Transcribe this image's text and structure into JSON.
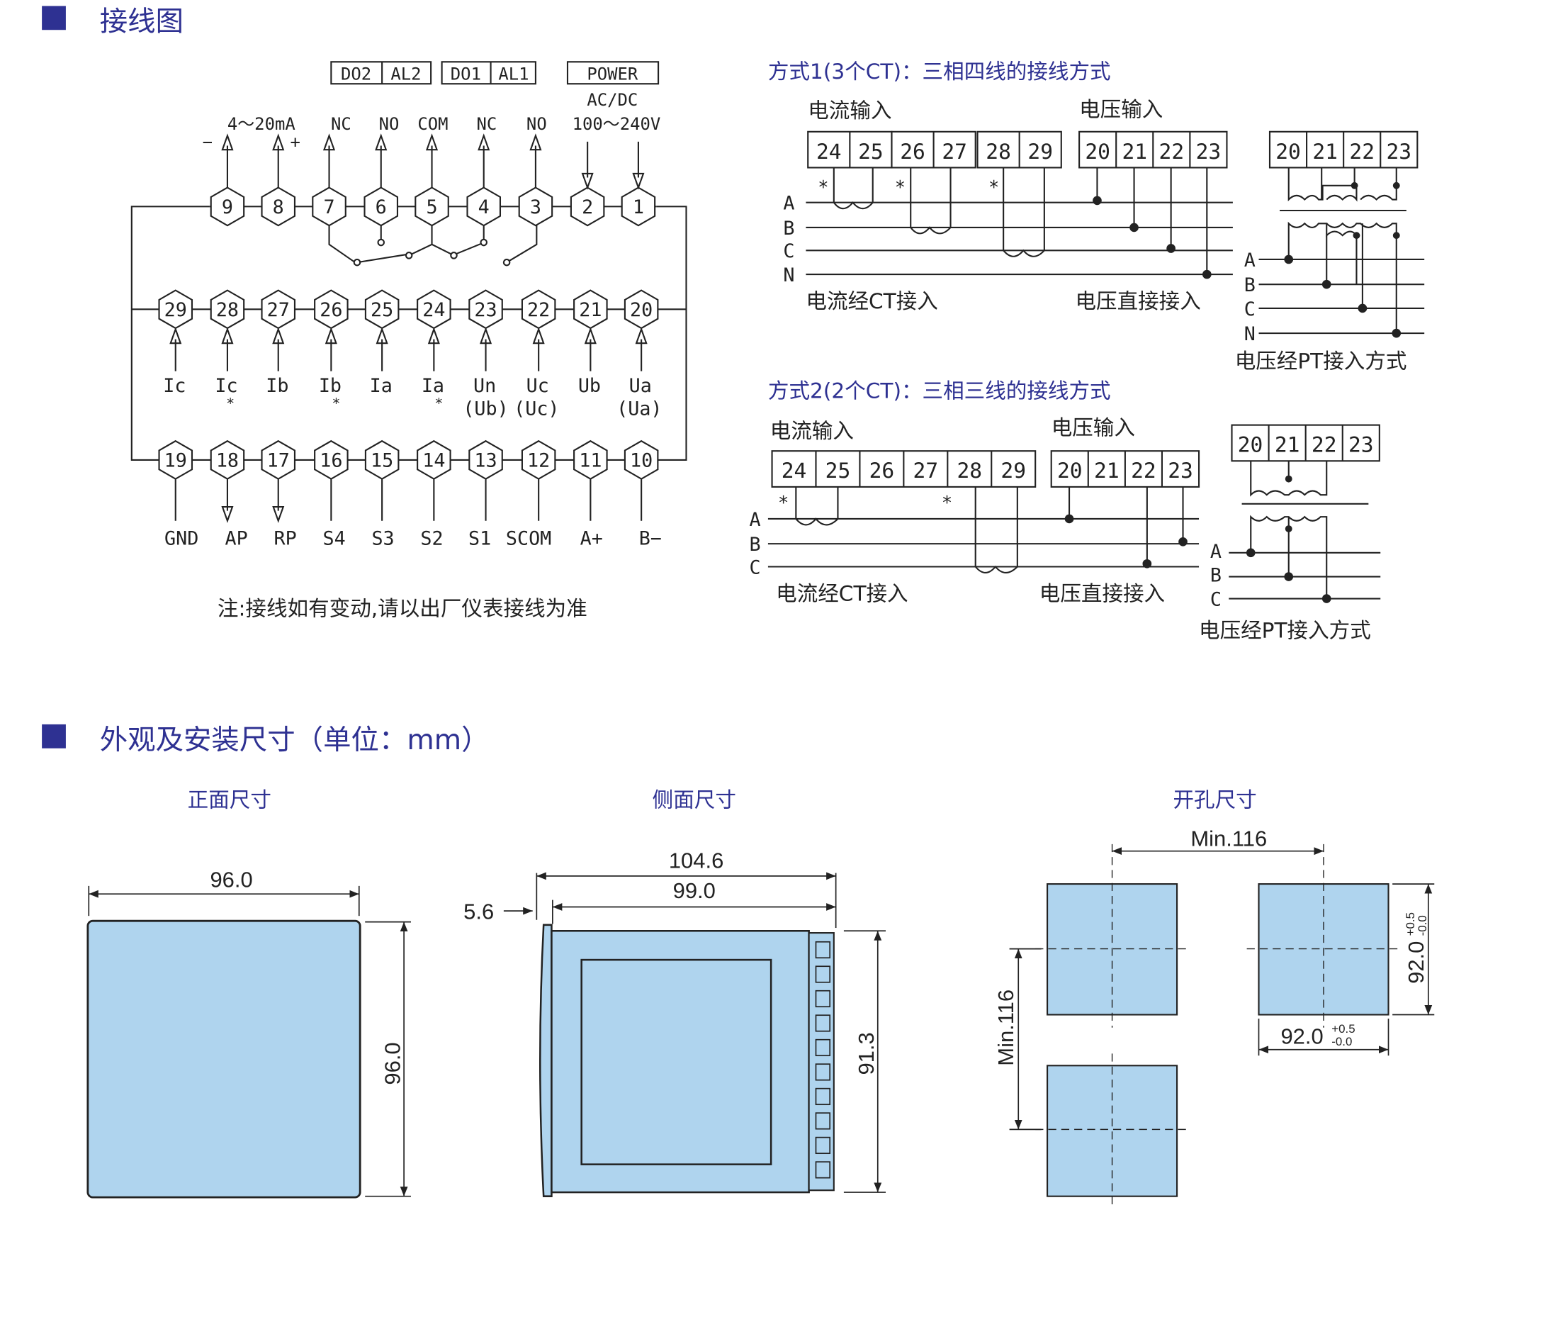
{
  "colors": {
    "accent": "#2e3192",
    "panel_fill": "#afd4ee",
    "line": "#222222"
  },
  "sections": {
    "wiring_title": "接线图",
    "dims_title": "外观及安装尺寸（单位：mm）"
  },
  "terminals": {
    "boxes": {
      "do2": "DO2",
      "al2": "AL2",
      "do1": "DO1",
      "al1": "AL1",
      "power": "POWER"
    },
    "power_sub1": "AC/DC",
    "power_sub2": "100～240V",
    "minus": "−",
    "analog": "4～20mA",
    "plus": "+",
    "top_labels": [
      "NC",
      "NO",
      "COM",
      "NC",
      "NO"
    ],
    "row1_numbers": [
      "9",
      "8",
      "7",
      "6",
      "5",
      "4",
      "3",
      "2",
      "1"
    ],
    "row2_numbers": [
      "29",
      "28",
      "27",
      "26",
      "25",
      "24",
      "23",
      "22",
      "21",
      "20"
    ],
    "row2_labels": [
      "Ic",
      "Ic",
      "Ib",
      "Ib",
      "Ia",
      "Ia",
      "Un",
      "Uc",
      "Ub",
      "Ua"
    ],
    "row2_sublabels": [
      "(Ub)",
      "(Uc)",
      "(Ua)"
    ],
    "star": "*",
    "row3_numbers": [
      "19",
      "18",
      "17",
      "16",
      "15",
      "14",
      "13",
      "12",
      "11",
      "10"
    ],
    "row3_labels": [
      "GND",
      "AP",
      "RP",
      "S4",
      "S3",
      "S2",
      "S1",
      "SCOM",
      "A+",
      "B−"
    ],
    "note": "注:接线如有变动,请以出厂仪表接线为准"
  },
  "method1": {
    "title": "方式1(3个CT)：三相四线的接线方式",
    "current_input": "电流输入",
    "voltage_input": "电压输入",
    "current_terms": [
      "24",
      "25",
      "26",
      "27",
      "28",
      "29"
    ],
    "voltage_terms": [
      "20",
      "21",
      "22",
      "23"
    ],
    "pt_terms": [
      "20",
      "21",
      "22",
      "23"
    ],
    "phases": [
      "A",
      "B",
      "C",
      "N"
    ],
    "ct_label": "电流经CT接入",
    "direct_label": "电压直接接入",
    "pt_label": "电压经PT接入方式"
  },
  "method2": {
    "title": "方式2(2个CT)：三相三线的接线方式",
    "current_input": "电流输入",
    "voltage_input": "电压输入",
    "current_terms": [
      "24",
      "25",
      "26",
      "27",
      "28",
      "29"
    ],
    "voltage_terms": [
      "20",
      "21",
      "22",
      "23"
    ],
    "pt_terms": [
      "20",
      "21",
      "22",
      "23"
    ],
    "phases": [
      "A",
      "B",
      "C"
    ],
    "ct_label": "电流经CT接入",
    "direct_label": "电压直接接入",
    "pt_label": "电压经PT接入方式"
  },
  "dimensions": {
    "front": {
      "title": "正面尺寸",
      "width": "96.0",
      "height": "96.0"
    },
    "side": {
      "title": "侧面尺寸",
      "total": "104.6",
      "body": "99.0",
      "bezel": "5.6",
      "height": "91.3"
    },
    "cutout": {
      "title": "开孔尺寸",
      "min_h": "Min.116",
      "min_v": "Min.116",
      "size": "92.0",
      "tol_plus": "+0.5",
      "tol_minus": "-0.0"
    }
  }
}
